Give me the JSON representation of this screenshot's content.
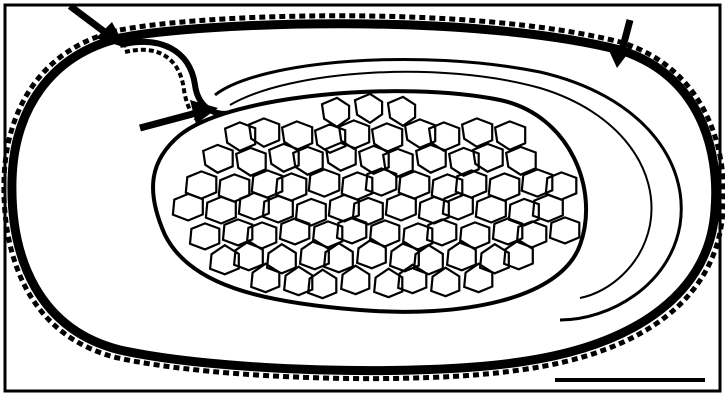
{
  "figure": {
    "type": "botanical line drawing (cross-section)",
    "ink_color": "#000000",
    "background_color": "#ffffff",
    "arrows": [
      "arrow-top-left",
      "arrow-top-right",
      "arrow-middle-left"
    ],
    "has_scale_bar": true,
    "has_border_frame": true
  }
}
